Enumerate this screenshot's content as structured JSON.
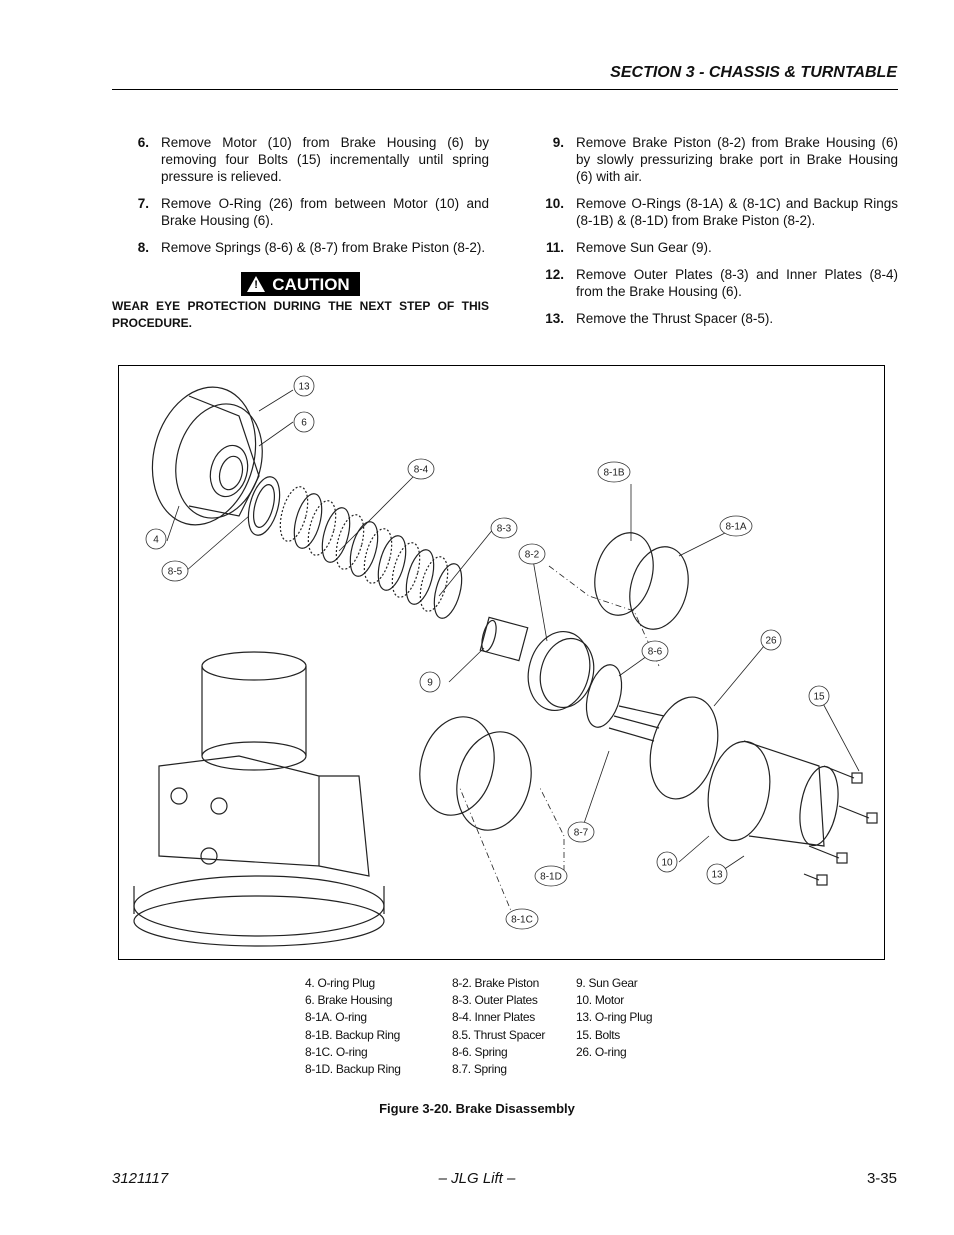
{
  "header": {
    "title": "SECTION 3 - CHASSIS & TURNTABLE"
  },
  "steps_left": [
    {
      "num": "6.",
      "text": "Remove Motor (10) from Brake Housing (6) by removing four Bolts (15) incrementally until spring pressure is relieved."
    },
    {
      "num": "7.",
      "text": "Remove O-Ring (26) from between Motor (10) and Brake Housing (6)."
    },
    {
      "num": "8.",
      "text": "Remove Springs (8-6) & (8-7) from Brake Piston (8-2)."
    }
  ],
  "caution": {
    "label": "CAUTION",
    "symbol": "!",
    "text": "WEAR EYE PROTECTION DURING THE NEXT STEP OF THIS PROCEDURE."
  },
  "steps_right": [
    {
      "num": "9.",
      "text": "Remove Brake Piston (8-2) from Brake Housing (6) by slowly pressurizing brake port in Brake Housing (6) with air."
    },
    {
      "num": "10.",
      "text": "Remove O-Rings (8-1A) & (8-1C) and Backup Rings (8-1B) & (8-1D) from Brake Piston (8-2)."
    },
    {
      "num": "11.",
      "text": "Remove Sun Gear (9)."
    },
    {
      "num": "12.",
      "text": "Remove Outer Plates (8-3) and Inner Plates (8-4) from the Brake Housing (6)."
    },
    {
      "num": "13.",
      "text": "Remove the Thrust Spacer (8-5)."
    }
  ],
  "figure": {
    "callouts": {
      "c13a": "13",
      "c6": "6",
      "c84": "8-4",
      "c81b": "8-1B",
      "c81a": "8-1A",
      "c83": "8-3",
      "c82": "8-2",
      "c4": "4",
      "c85": "8-5",
      "c86": "8-6",
      "c26": "26",
      "c9": "9",
      "c15": "15",
      "c87": "8-7",
      "c10": "10",
      "c13b": "13",
      "c81d": "8-1D",
      "c81c": "8-1C"
    }
  },
  "legend": {
    "col1": [
      "4.      O-ring Plug",
      "6.       Brake Housing",
      "8-1A. O-ring",
      "8-1B. Backup Ring",
      "8-1C. O-ring",
      "8-1D. Backup Ring"
    ],
    "col2": [
      "8-2. Brake Piston",
      "8-3. Outer Plates",
      "8-4. Inner Plates",
      "8.5. Thrust Spacer",
      "8-6. Spring",
      "8.7. Spring"
    ],
    "col3": [
      "9.    Sun Gear",
      "10.  Motor",
      "13.  O-ring Plug",
      "15.  Bolts",
      "26.  O-ring"
    ]
  },
  "figure_caption": "Figure 3-20.  Brake Disassembly",
  "footer": {
    "left": "3121117",
    "center": "– JLG Lift –",
    "right": "3-35"
  }
}
